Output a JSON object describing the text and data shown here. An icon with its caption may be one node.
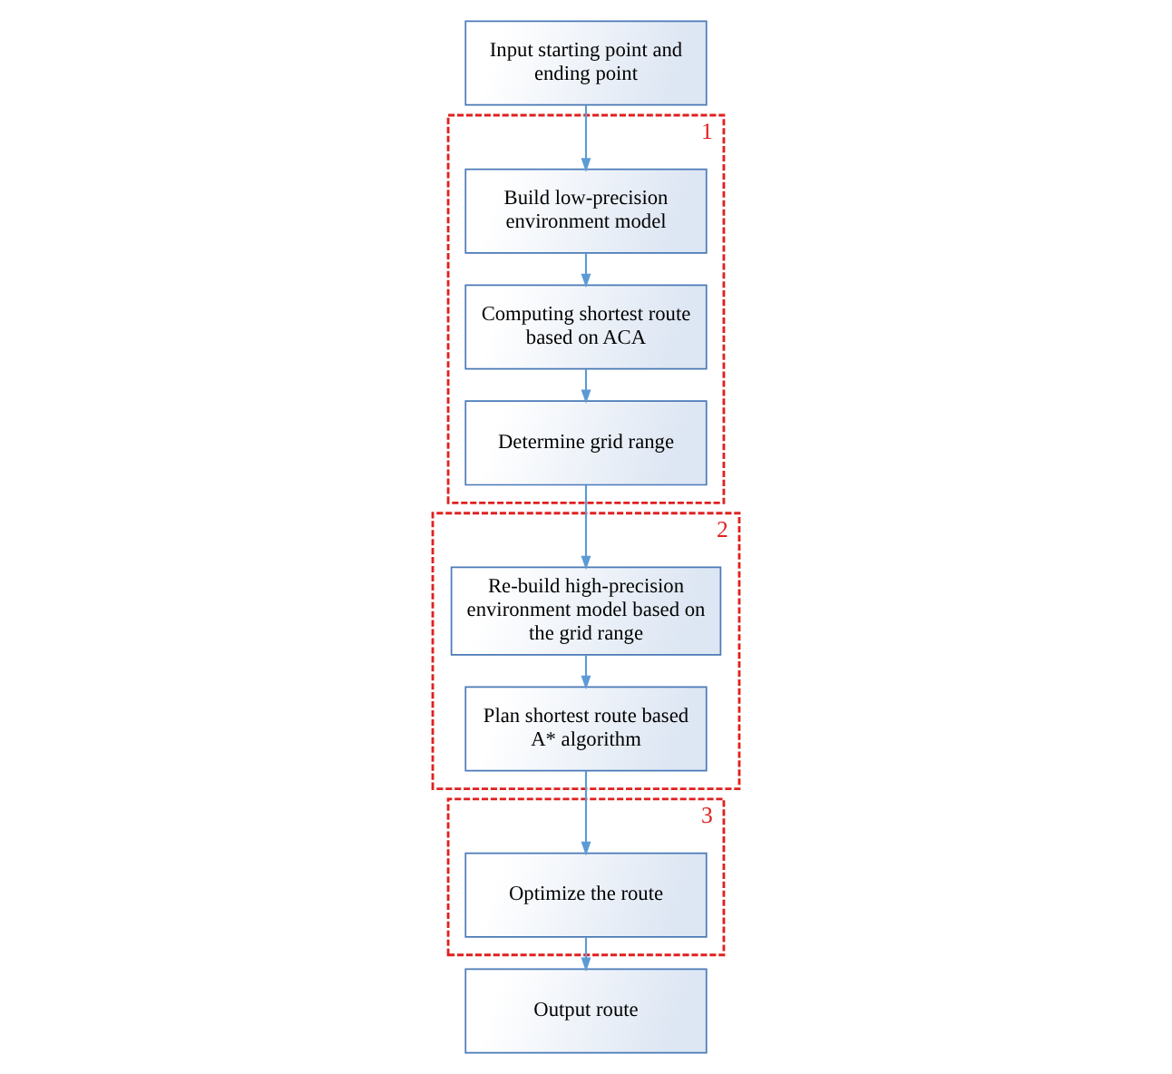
{
  "diagram": {
    "nodes": [
      {
        "text": [
          "Input starting point and ending point"
        ]
      },
      {
        "text": [
          "1"
        ]
      },
      {
        "text": [
          "Build low-precision environment model"
        ],
        "in": 1
      },
      {
        "text": [
          "Computing shortest route based on ACA"
        ],
        "in": 1
      },
      {
        "text": [
          "Determine grid range"
        ],
        "in": 1
      },
      {
        "text": [
          "2"
        ]
      },
      {
        "text": [
          "Re-build high-precision environment model based on the grid range"
        ],
        "in": 5
      },
      {
        "text": [
          "Plan shortest route based A* algorithm"
        ],
        "in": 5
      },
      {
        "text": [
          "3"
        ]
      },
      {
        "text": [
          "Optimize the route"
        ],
        "in": 8
      },
      {
        "text": [
          "Output route"
        ]
      }
    ],
    "edges": [
      {
        "from": 0,
        "to": 2,
        "arrow": "to"
      },
      {
        "from": 2,
        "to": 3,
        "arrow": "to"
      },
      {
        "from": 3,
        "to": 4,
        "arrow": "to"
      },
      {
        "from": 4,
        "to": 6,
        "arrow": "to"
      },
      {
        "from": 6,
        "to": 7,
        "arrow": "to"
      },
      {
        "from": 7,
        "to": 9,
        "arrow": "to"
      },
      {
        "from": 9,
        "to": 10,
        "arrow": "to"
      }
    ]
  }
}
